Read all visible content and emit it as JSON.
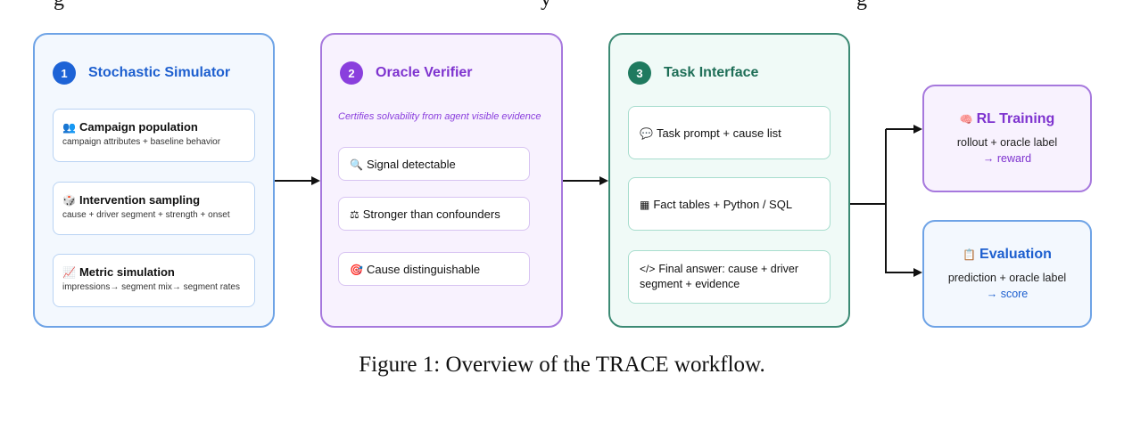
{
  "header_fragment": {
    "left": "g",
    "mid": "y",
    "right": "g"
  },
  "panels": [
    {
      "number": "1",
      "title": "Stochastic Simulator",
      "cards": [
        {
          "icon": "👥",
          "title": "Campaign population",
          "desc": "campaign attributes + baseline behavior"
        },
        {
          "icon": "🎲",
          "title": "Intervention sampling",
          "desc": "cause + driver segment + strength + onset"
        },
        {
          "icon": "📈",
          "title": "Metric simulation",
          "desc": "impressions→ segment mix→ segment rates"
        }
      ]
    },
    {
      "number": "2",
      "title": "Oracle Verifier",
      "subtitle": "Certifies solvability from agent visible evidence",
      "cards": [
        {
          "icon": "🔍",
          "label": "Signal detectable"
        },
        {
          "icon": "⚖",
          "label": "Stronger than confounders"
        },
        {
          "icon": "🎯",
          "label": "Cause distinguishable"
        }
      ]
    },
    {
      "number": "3",
      "title": "Task Interface",
      "cards": [
        {
          "icon": "💬",
          "label": "Task prompt + cause list"
        },
        {
          "icon": "▦",
          "label": "Fact tables + Python / SQL"
        },
        {
          "icon": "</>",
          "label": "Final answer: cause + driver segment + evidence"
        }
      ]
    }
  ],
  "outputs": [
    {
      "icon": "🧠",
      "title": "RL Training",
      "line1": "rollout + oracle label",
      "line2": "→ reward"
    },
    {
      "icon": "📋",
      "title": "Evaluation",
      "line1": "prediction + oracle label",
      "line2": "→ score"
    }
  ],
  "caption": "Figure 1:  Overview of the TRACE workflow.",
  "colors": {
    "blue": "#1d63d6",
    "purple": "#8a3fdd",
    "green": "#1f7a5f",
    "arrow": "#111111"
  }
}
